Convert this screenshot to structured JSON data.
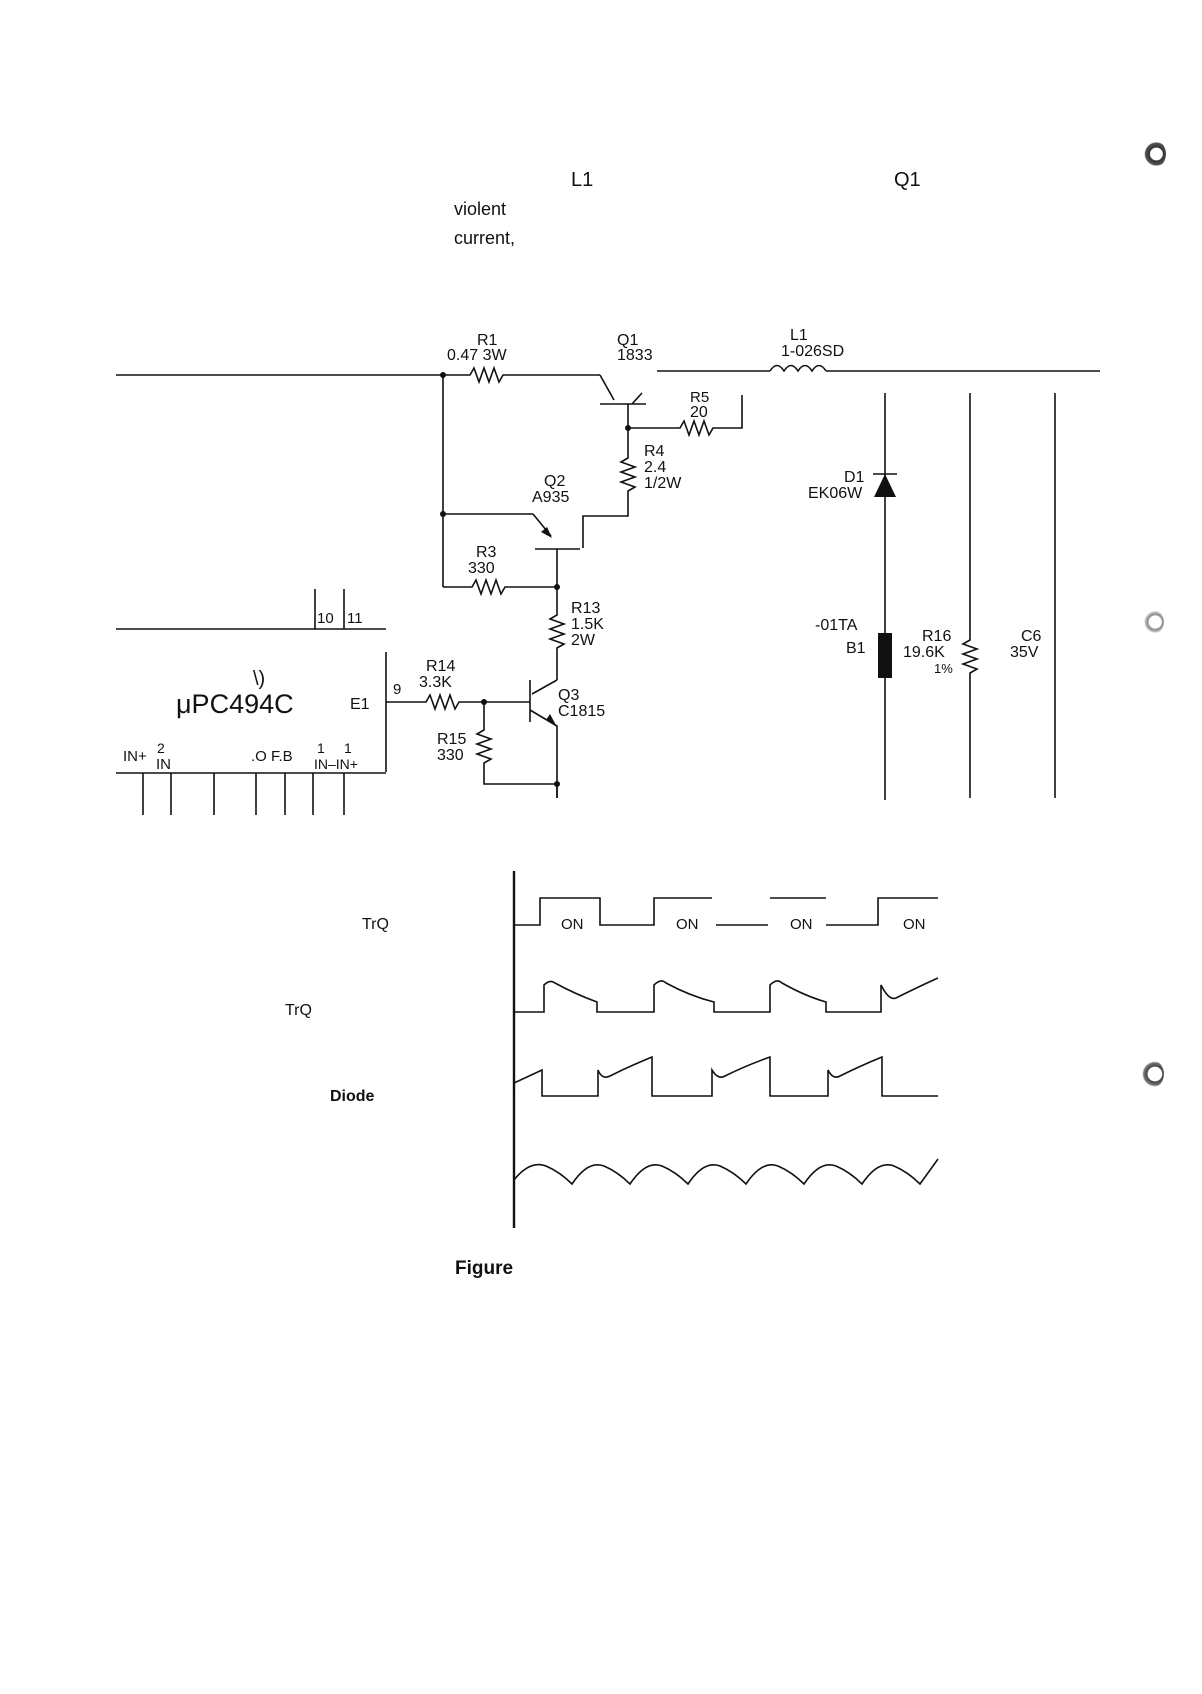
{
  "intro": {
    "l1": "L1",
    "q1": "Q1",
    "violent": "violent",
    "current": "current,"
  },
  "schematic": {
    "r1": {
      "ref": "R1",
      "value": "0.47 3W"
    },
    "q1": {
      "ref": "Q1",
      "value": "1833"
    },
    "l1": {
      "ref": "L1",
      "value": "1-026SD"
    },
    "r5": {
      "ref": "R5",
      "value": "20"
    },
    "r4": {
      "ref": "R4",
      "value": "2.4",
      "rating": "1/2W"
    },
    "q2": {
      "ref": "Q2",
      "value": "A935"
    },
    "d1": {
      "ref": "D1",
      "value": "EK06W"
    },
    "r3": {
      "ref": "R3",
      "value": "330"
    },
    "r13": {
      "ref": "R13",
      "value": "1.5K",
      "rating": "2W"
    },
    "b1": {
      "part": "-01TA",
      "ref": "B1"
    },
    "r16": {
      "ref": "R16",
      "value": "19.6K",
      "tol": "1%"
    },
    "c6": {
      "ref": "C6",
      "value": "35V"
    },
    "r14": {
      "ref": "R14",
      "value": "3.3K"
    },
    "q3": {
      "ref": "Q3",
      "value": "C1815"
    },
    "r15": {
      "ref": "R15",
      "value": "330"
    },
    "ic": {
      "name": "μPC494C",
      "mark": "\\)",
      "pin_e1": "E1",
      "pin9": "9",
      "pin10": "10",
      "pin11": "11",
      "pins_bottom_left": "IN+",
      "pin2": "2",
      "pin2_label": "IN",
      "ofb": ".O F.B",
      "pin1a": "1",
      "pin1b": "1",
      "in_pair": "IN–IN+"
    }
  },
  "waveforms": {
    "label_tr1": "TrQ",
    "label_tr2": "TrQ",
    "label_diode": "Diode",
    "on_label": "ON",
    "figure_caption": "Figure"
  }
}
